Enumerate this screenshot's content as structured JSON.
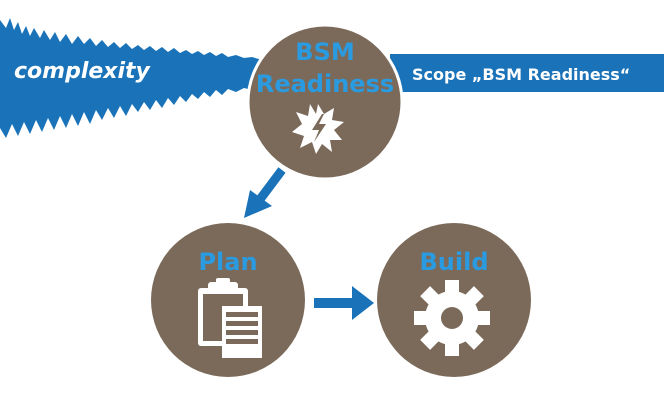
{
  "complexity_label": "complexity",
  "scope_label": "Scope „BSM Readiness“",
  "nodes": {
    "bsm_readiness": {
      "line1": "BSM",
      "line2": "Readiness",
      "icon": "starburst-lightning-icon"
    },
    "plan": {
      "label": "Plan",
      "icon": "clipboard-icon"
    },
    "build": {
      "label": "Build",
      "icon": "gear-icon"
    }
  },
  "colors": {
    "circle": "#7b6a5a",
    "accent_blue": "#1a73b8",
    "label_blue": "#2a9be0",
    "white": "#ffffff"
  }
}
